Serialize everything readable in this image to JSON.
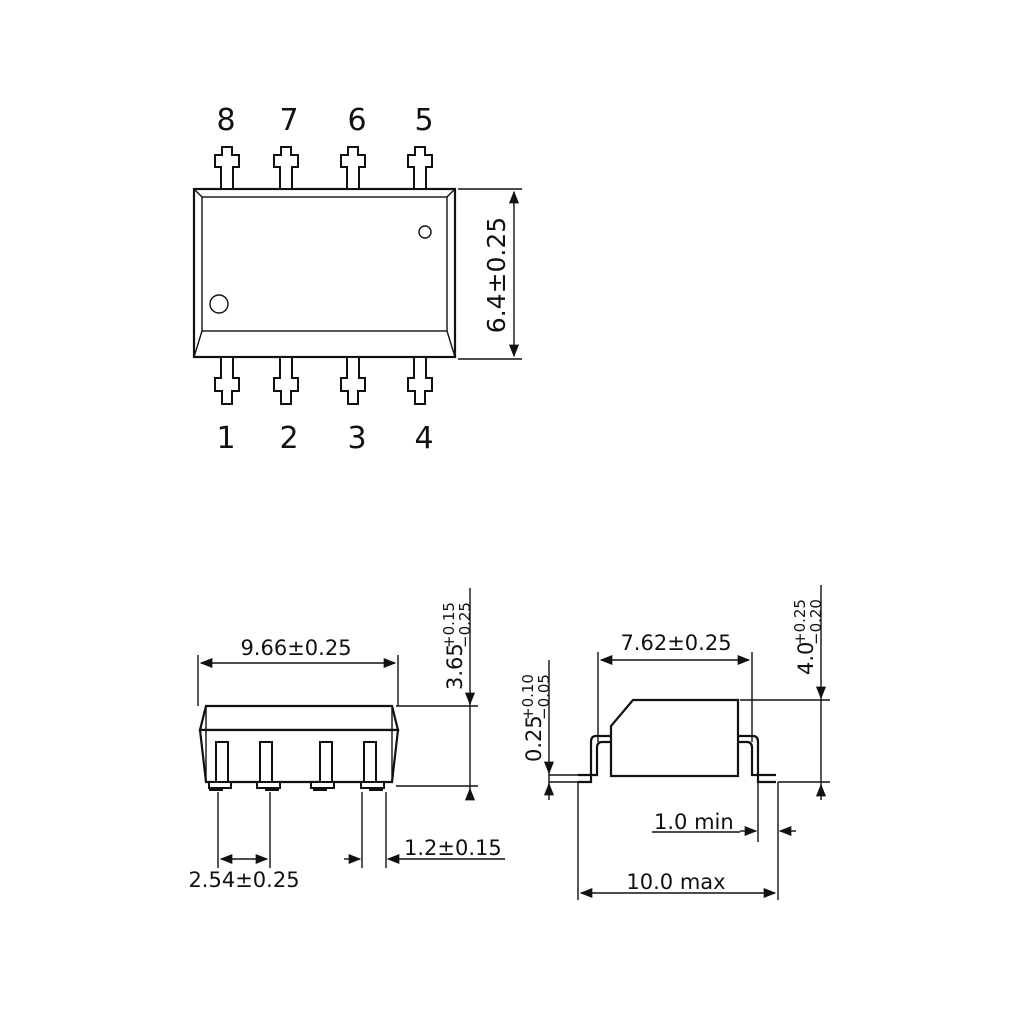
{
  "top_view": {
    "pins_top": [
      "8",
      "7",
      "6",
      "5"
    ],
    "pins_bottom": [
      "1",
      "2",
      "3",
      "4"
    ],
    "width_dim": "6.4±0.25"
  },
  "front_view": {
    "length_dim": "9.66±0.25",
    "height_dim": {
      "base": "3.65",
      "upper": "+0.15",
      "lower": "−0.25"
    },
    "pitch_dim": "2.54±0.25",
    "lead_width_dim": "1.2±0.15"
  },
  "side_view": {
    "row_spacing_dim": "7.62±0.25",
    "height_dim": {
      "base": "4.0",
      "upper": "+0.25",
      "lower": "−0.20"
    },
    "lead_thickness_dim": {
      "base": "0.25",
      "upper": "+0.10",
      "lower": "−0.05"
    },
    "standoff_dim": "1.0 min",
    "overall_width_dim": "10.0 max"
  }
}
